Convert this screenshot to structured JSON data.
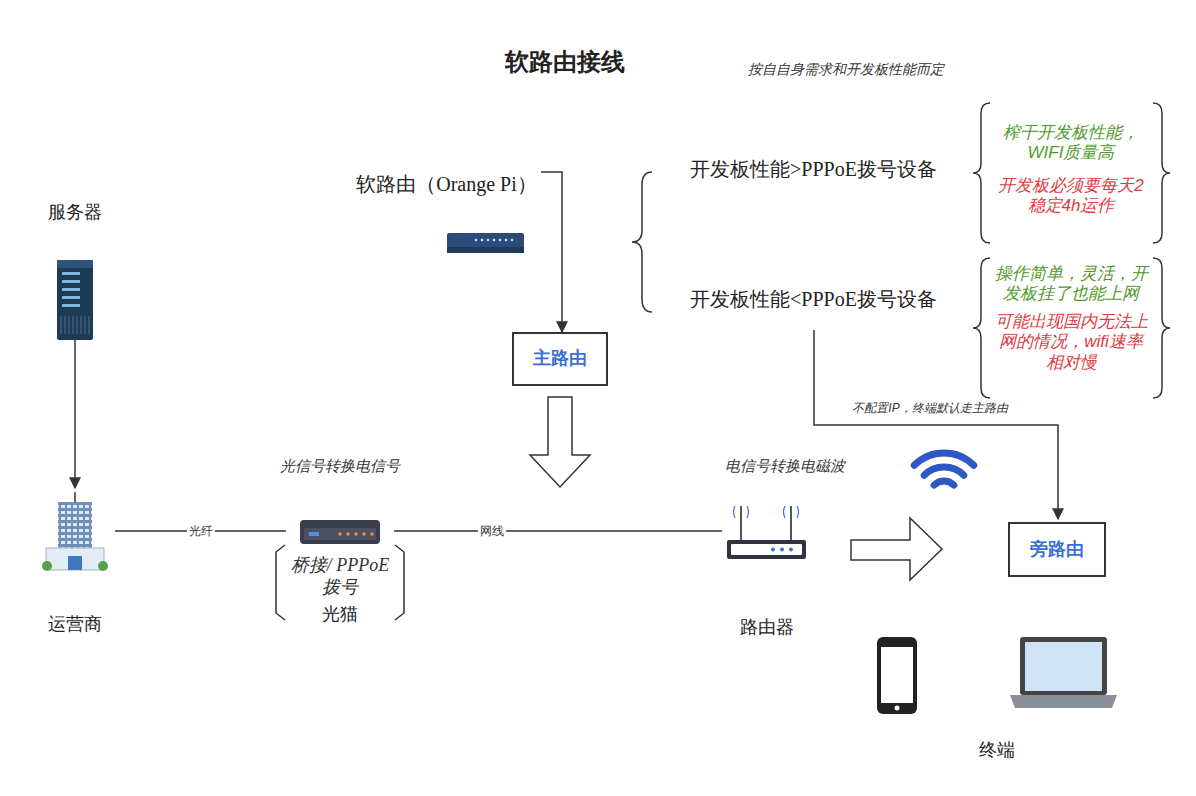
{
  "diagram": {
    "title": "软路由接线",
    "nodes": [
      {
        "text": [
          "服务器"
        ]
      },
      {
        "text": [
          "运营商"
        ]
      },
      {
        "text": [
          "桥接/ PPPoE拨号",
          "光猫"
        ]
      },
      {
        "text": [
          "路由器"
        ]
      },
      {
        "text": [
          "软路由（Orange Pi）"
        ]
      },
      {
        "text": [
          "主路由"
        ]
      },
      {
        "text": [
          "旁路由"
        ]
      }
    ],
    "edges": [
      {
        "from": 0,
        "to": 1,
        "arrow": "to"
      },
      {
        "from": 1,
        "to": 2,
        "label": "光纤",
        "arrow": "none"
      },
      {
        "from": 2,
        "to": 3,
        "label": "网线",
        "arrow": "none"
      },
      {
        "from": 4,
        "to": 5,
        "arrow": "to"
      }
    ],
    "labels": [
      "按自自身需求和开发板性能而定",
      "开发板性能>PPPoE拨号设备",
      "开发板性能<PPPoE拨号设备",
      "榨干开发板性能， WIFI质量高",
      "开发板必须要每天2 稳定4h运作",
      "操作简单，灵活，开 发板挂了也能上网",
      "可能出现国内无法上 网的情况，wifi速率 相对慢",
      "光信号转换电信号",
      "电信号转换电磁波",
      "不配置IP，终端默认走主路由",
      "终端"
    ]
  }
}
